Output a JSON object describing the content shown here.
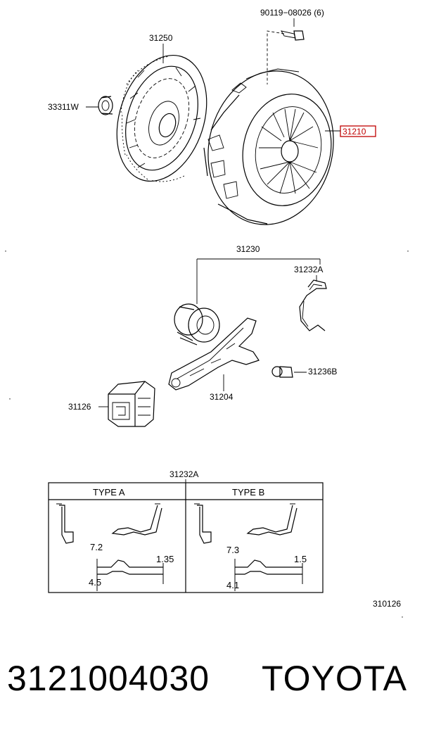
{
  "labels": {
    "bolt": "90119−08026 (6)",
    "clutch_disc": "31250",
    "pilot_bearing": "33311W",
    "clutch_cover": "31210",
    "release_bearing_assy": "31230",
    "clip_32a": "31232A",
    "bearing_hub_clip": "31232A",
    "pivot_ball": "31236B",
    "release_fork": "31204",
    "fork_boot": "31126",
    "illustration_no": "310126"
  },
  "types_table": {
    "type_a": {
      "header": "TYPE A",
      "dim_top": "7.2",
      "dim_bottom": "4.5",
      "dim_side": "1.35"
    },
    "type_b": {
      "header": "TYPE B",
      "dim_top": "7.3",
      "dim_bottom": "4.1",
      "dim_side": "1.5"
    }
  },
  "footer": {
    "part_number": "3121004030",
    "brand": "TOYOTA"
  },
  "colors": {
    "highlight": "#c00000",
    "line": "#000000"
  }
}
